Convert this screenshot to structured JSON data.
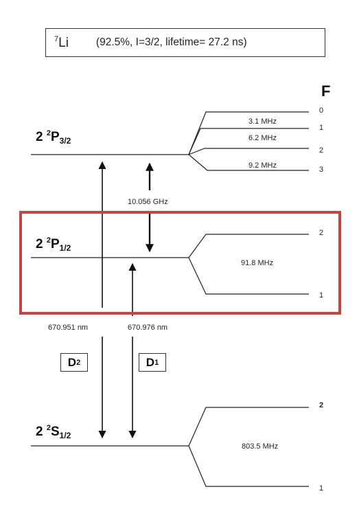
{
  "header": {
    "isotope_mass": "7",
    "isotope_symbol": "Li",
    "info": "(92.5%, I=3/2, lifetime= 27.2 ns)"
  },
  "F_header": "F",
  "levels": {
    "p32": {
      "n": "2",
      "mult": "2",
      "L": "P",
      "J": "3/2"
    },
    "p12": {
      "n": "2",
      "mult": "2",
      "L": "P",
      "J": "1/2"
    },
    "s12": {
      "n": "2",
      "mult": "2",
      "L": "S",
      "J": "1/2"
    }
  },
  "p32_F": [
    "0",
    "1",
    "2",
    "3"
  ],
  "p32_splittings": [
    "3.1 MHz",
    "6.2 MHz",
    "9.2 MHz"
  ],
  "p12_F": [
    "2",
    "1"
  ],
  "p12_splitting": "91.8 MHz",
  "s12_F": [
    "2",
    "1"
  ],
  "s12_splitting": "803.5 MHz",
  "fine_structure": "10.056 GHz",
  "d2_wavelength": "670.951 nm",
  "d1_wavelength": "670.976 nm",
  "d2_label": {
    "main": "D",
    "sub": "2"
  },
  "d1_label": {
    "main": "D",
    "sub": "1"
  },
  "colors": {
    "highlight": "#c9433c",
    "line": "#222222"
  }
}
